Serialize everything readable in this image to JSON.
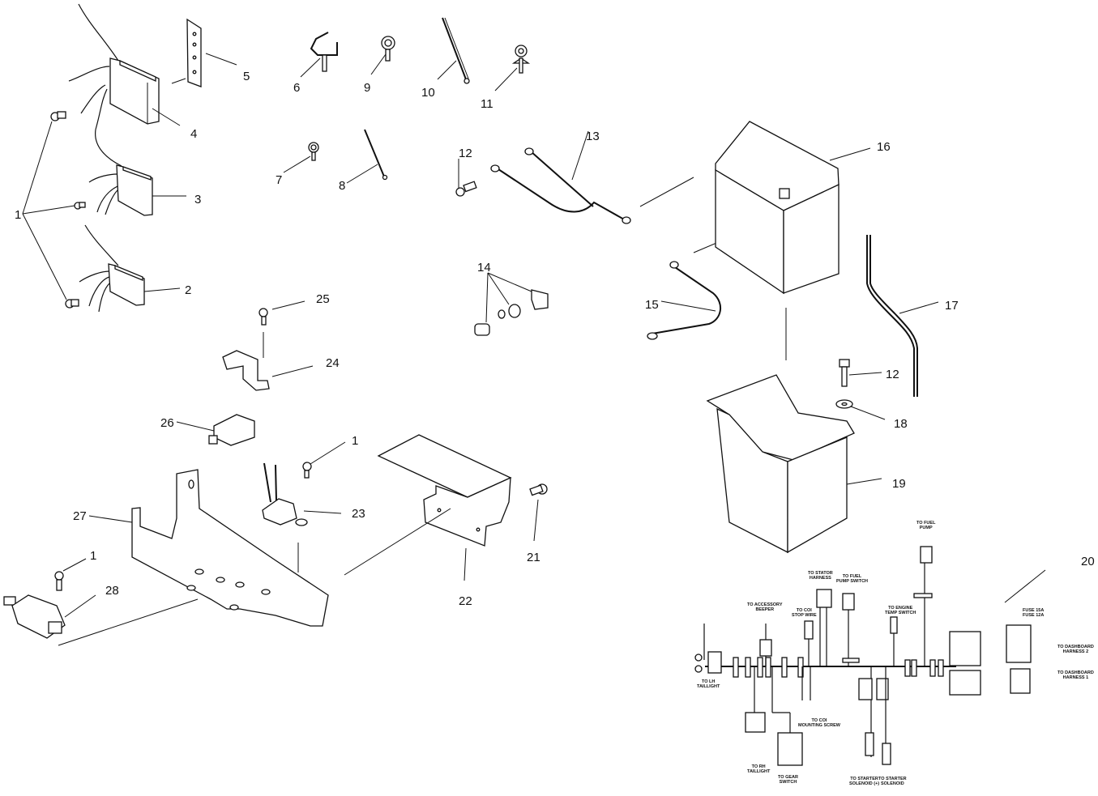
{
  "title": "Electrical components exploded parts diagram",
  "callouts": [
    {
      "id": "c1a",
      "label": "1",
      "part": "screw"
    },
    {
      "id": "c1b",
      "label": "1",
      "part": "screw"
    },
    {
      "id": "c1c",
      "label": "1",
      "part": "screw"
    },
    {
      "id": "c2",
      "label": "2",
      "part": "relay module"
    },
    {
      "id": "c3",
      "label": "3",
      "part": "relay module"
    },
    {
      "id": "c4",
      "label": "4",
      "part": "relay module"
    },
    {
      "id": "c5",
      "label": "5",
      "part": "mounting bracket"
    },
    {
      "id": "c6",
      "label": "6",
      "part": "wire clip"
    },
    {
      "id": "c7",
      "label": "7",
      "part": "cable clamp"
    },
    {
      "id": "c8",
      "label": "8",
      "part": "cable tie"
    },
    {
      "id": "c9",
      "label": "9",
      "part": "cable clamp"
    },
    {
      "id": "c10",
      "label": "10",
      "part": "cable tie"
    },
    {
      "id": "c11",
      "label": "11",
      "part": "push clip"
    },
    {
      "id": "c12a",
      "label": "12",
      "part": "bolt"
    },
    {
      "id": "c12b",
      "label": "12",
      "part": "bolt"
    },
    {
      "id": "c13",
      "label": "13",
      "part": "battery cable"
    },
    {
      "id": "c14",
      "label": "14",
      "part": "terminal hardware kit"
    },
    {
      "id": "c15",
      "label": "15",
      "part": "battery cable"
    },
    {
      "id": "c16",
      "label": "16",
      "part": "battery"
    },
    {
      "id": "c17",
      "label": "17",
      "part": "vent tube"
    },
    {
      "id": "c18",
      "label": "18",
      "part": "washer"
    },
    {
      "id": "c19",
      "label": "19",
      "part": "battery box"
    },
    {
      "id": "c20",
      "label": "20",
      "part": "wiring harness"
    },
    {
      "id": "c21",
      "label": "21",
      "part": "bolt"
    },
    {
      "id": "c22",
      "label": "22",
      "part": "cover"
    },
    {
      "id": "c23",
      "label": "23",
      "part": "solenoid"
    },
    {
      "id": "c24",
      "label": "24",
      "part": "bracket"
    },
    {
      "id": "c25",
      "label": "25",
      "part": "screw"
    },
    {
      "id": "c26",
      "label": "26",
      "part": "module"
    },
    {
      "id": "c27",
      "label": "27",
      "part": "mounting plate"
    },
    {
      "id": "c28",
      "label": "28",
      "part": "coil"
    },
    {
      "id": "c1d",
      "label": "1",
      "part": "screw"
    },
    {
      "id": "c1e",
      "label": "1",
      "part": "screw"
    }
  ],
  "harness_labels": {
    "lh_taillight": "TO LH\nTAILLIGHT",
    "accessory_beeper": "TO ACCESSORY\nBEEPER",
    "coi_stop_wire": "TO COI\nSTOP WIRE",
    "stator_harness": "TO STATOR\nHARNESS",
    "fuel_pump_switch": "TO FUEL\nPUMP SWITCH",
    "fuel_pump": "TO FUEL\nPUMP",
    "engine_temp_switch": "TO ENGINE\nTEMP SWITCH",
    "fuse_note": "FUSE 15A\nFUSE 12A",
    "dashboard_harness_2": "TO DASHBOARD\nHARNESS 2",
    "dashboard_harness_1": "TO DASHBOARD\nHARNESS 1",
    "rh_taillight": "TO RH\nTAILLIGHT",
    "gear_switch": "TO GEAR\nSWITCH",
    "coi_mounting_screw": "TO COI\nMOUNTING SCREW",
    "starter_solenoid_a": "TO STARTER\nSOLENOID (+)",
    "starter_solenoid_b": "TO STARTER\nSOLENOID"
  },
  "colors": {
    "ink": "#111111",
    "background": "#ffffff"
  }
}
